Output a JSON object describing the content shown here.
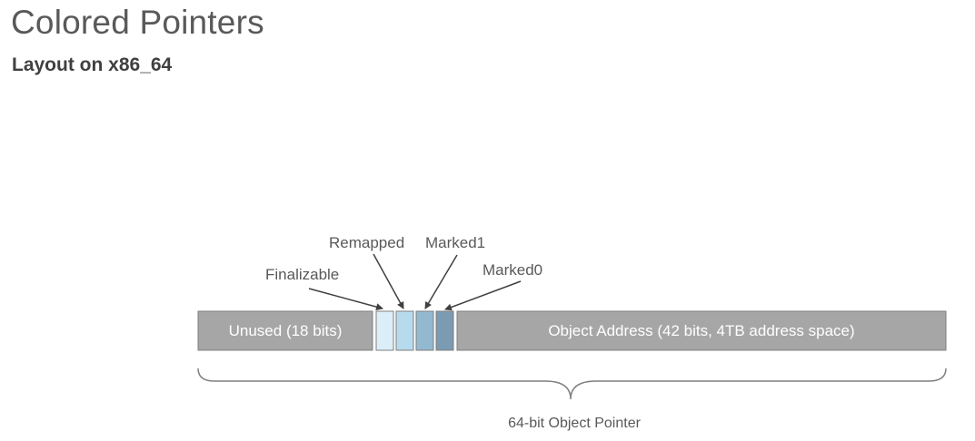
{
  "header": {
    "title": "Colored Pointers",
    "subtitle": "Layout on x86_64"
  },
  "diagram": {
    "segments": {
      "unused": {
        "label": "Unused (18 bits)",
        "color": "#a6a6a6"
      },
      "finalizable": {
        "label": "Finalizable",
        "color": "#dceff8"
      },
      "remapped": {
        "label": "Remapped",
        "color": "#b7dbee"
      },
      "marked1": {
        "label": "Marked1",
        "color": "#93b9d1"
      },
      "marked0": {
        "label": "Marked0",
        "color": "#7a9bb1"
      },
      "object_address": {
        "label": "Object Address (42 bits, 4TB address space)",
        "color": "#a6a6a6"
      }
    },
    "brace_label": "64-bit Object Pointer",
    "border_color": "#7f7f7f",
    "text_color": "#595959"
  }
}
